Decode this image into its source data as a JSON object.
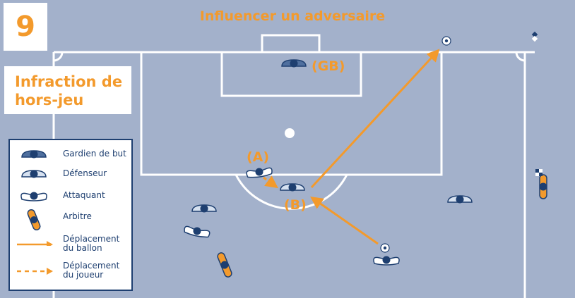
{
  "scenario": {
    "number": "9",
    "title": "Influencer un adversaire"
  },
  "offside_title": {
    "line1": "Infraction de",
    "line2": "hors-jeu"
  },
  "legend": {
    "goalkeeper": "Gardien de but",
    "defender": "Défenseur",
    "attacker": "Attaquant",
    "referee": "Arbitre",
    "ball_move_1": "Déplacement",
    "ball_move_2": "du ballon",
    "player_move_1": "Déplacement",
    "player_move_2": "du joueur"
  },
  "labels": {
    "gk": "(GB)",
    "a": "(A)",
    "b": "(B)"
  },
  "colors": {
    "pitch": "#a3b1cb",
    "lines": "#ffffff",
    "orange": "#f39a2c",
    "navy": "#1e3f70",
    "defender_fill": "#d6e1f0"
  }
}
